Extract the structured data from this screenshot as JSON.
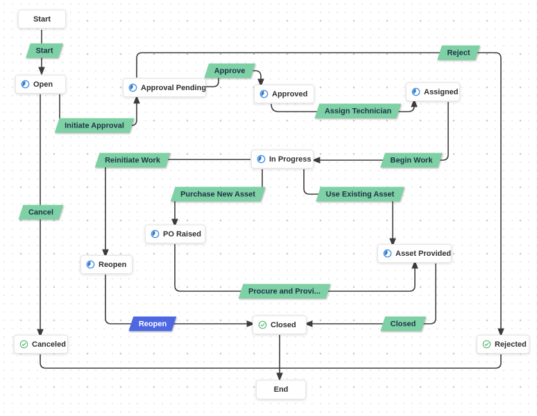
{
  "canvas": {
    "kind": "workflow-state-diagram"
  },
  "colors": {
    "transition_fill": "#7ed0a5",
    "transition_text": "#1f3347",
    "transition_selected_fill": "#4d68e2",
    "transition_selected_text": "#ffffff",
    "edge_color": "#3c3c3c",
    "node_border": "#e7e7e7",
    "state_icon_blue": "#4b93de",
    "state_icon_green": "#58ba71"
  },
  "nodes": [
    {
      "id": "start",
      "label": "Start",
      "icon": null
    },
    {
      "id": "open",
      "label": "Open",
      "icon": "pie-clock-icon"
    },
    {
      "id": "approval-pending",
      "label": "Approval Pending",
      "icon": "pie-clock-icon"
    },
    {
      "id": "approved",
      "label": "Approved",
      "icon": "pie-clock-icon"
    },
    {
      "id": "assigned",
      "label": "Assigned",
      "icon": "pie-clock-icon"
    },
    {
      "id": "in-progress",
      "label": "In Progress",
      "icon": "pie-clock-icon"
    },
    {
      "id": "po-raised",
      "label": "PO Raised",
      "icon": "pie-clock-icon"
    },
    {
      "id": "asset-provided",
      "label": "Asset Provided",
      "icon": "pie-clock-icon"
    },
    {
      "id": "reopen",
      "label": "Reopen",
      "icon": "pie-clock-icon"
    },
    {
      "id": "closed",
      "label": "Closed",
      "icon": "check-circle-icon"
    },
    {
      "id": "canceled",
      "label": "Canceled",
      "icon": "check-circle-icon"
    },
    {
      "id": "rejected",
      "label": "Rejected",
      "icon": "check-circle-icon"
    },
    {
      "id": "end",
      "label": "End",
      "icon": null
    }
  ],
  "transitions": [
    {
      "id": "t-start",
      "label": "Start",
      "variant": "green"
    },
    {
      "id": "t-approve",
      "label": "Approve",
      "variant": "green"
    },
    {
      "id": "t-reject",
      "label": "Reject",
      "variant": "green"
    },
    {
      "id": "t-initiate-approval",
      "label": "Initiate Approval",
      "variant": "green"
    },
    {
      "id": "t-assign-technician",
      "label": "Assign Technician",
      "variant": "green"
    },
    {
      "id": "t-reinitiate-work",
      "label": "Reinitiate Work",
      "variant": "green"
    },
    {
      "id": "t-begin-work",
      "label": "Begin Work",
      "variant": "green"
    },
    {
      "id": "t-purchase-new-asset",
      "label": "Purchase New Asset",
      "variant": "green"
    },
    {
      "id": "t-use-existing-asset",
      "label": "Use Existing Asset",
      "variant": "green"
    },
    {
      "id": "t-cancel",
      "label": "Cancel",
      "variant": "green"
    },
    {
      "id": "t-procure",
      "label": "Procure and Provi...",
      "variant": "green"
    },
    {
      "id": "t-reopen",
      "label": "Reopen",
      "variant": "blue"
    },
    {
      "id": "t-closed",
      "label": "Closed",
      "variant": "green"
    }
  ]
}
